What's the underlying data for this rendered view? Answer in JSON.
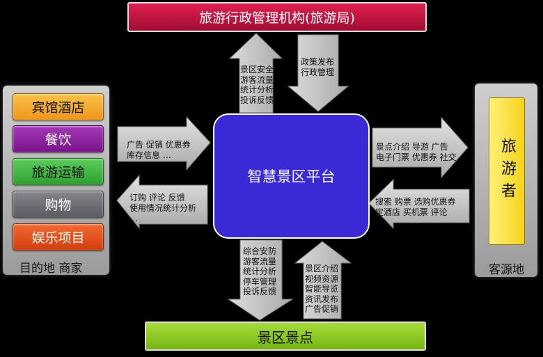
{
  "top_box": {
    "label": "旅游行政管理机构(旅游局)"
  },
  "center_box": {
    "label": "智慧景区平台"
  },
  "bottom_box": {
    "label": "景区景点"
  },
  "left_panel": {
    "caption": "目的地 商家",
    "items": [
      {
        "label": "宾馆酒店",
        "color": "#f4a31b"
      },
      {
        "label": "餐饮",
        "color": "#8a1c9c"
      },
      {
        "label": "旅游运输",
        "color": "#3cb43c"
      },
      {
        "label": "购物",
        "color": "#6b6b73"
      },
      {
        "label": "娱乐项目",
        "color": "#e24a14"
      }
    ]
  },
  "right_panel": {
    "caption": "客源地",
    "tourist_label": "旅游者",
    "tourist_color": "#fde03c"
  },
  "arrows": {
    "up_to_bureau": {
      "lines": [
        "景区安全",
        "游客流量",
        "统计分析",
        "投诉反馈"
      ]
    },
    "down_from_bureau": {
      "lines": [
        "政策发布",
        "行政管理"
      ]
    },
    "left_to_platform": {
      "lines": [
        "广告 促销 优惠券",
        "库存信息 …"
      ]
    },
    "platform_to_left": {
      "lines": [
        "订购 评论 反馈",
        "使用情况统计分析",
        "…"
      ]
    },
    "platform_to_right": {
      "lines": [
        "景点介绍 导游 广告",
        "电子门票 优惠券 社交"
      ]
    },
    "right_to_platform": {
      "lines": [
        "搜索 购票 选购优惠券",
        "定酒店 买机票 评论"
      ]
    },
    "platform_to_bottom": {
      "lines": [
        "综合安防",
        "游客流量",
        "统计分析",
        "停车管理",
        "投诉反馈"
      ]
    },
    "bottom_to_platform": {
      "lines": [
        "景区介绍",
        "视频资源",
        "智能导览",
        "资讯发布",
        "广告促销"
      ]
    }
  },
  "colors": {
    "top_box": "#c2123f",
    "center_box": "#3a2ad6",
    "bottom_box": "#86c51c",
    "arrow_fill": "#bdbdbd"
  }
}
